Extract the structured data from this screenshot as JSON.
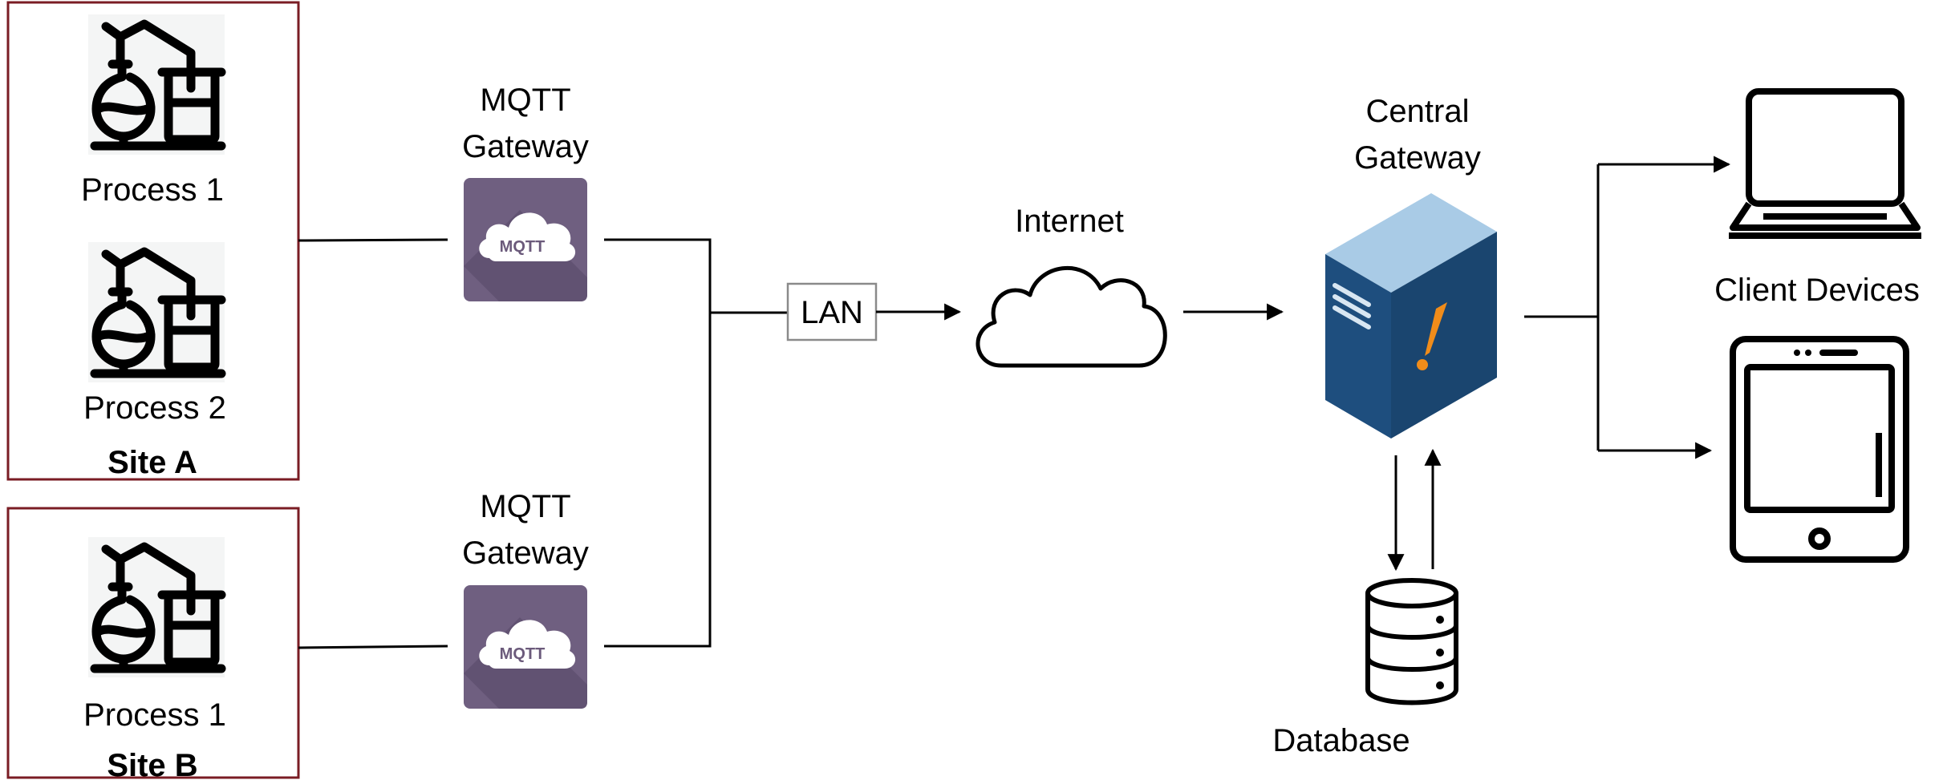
{
  "sites": [
    {
      "label": "Site A",
      "processes": [
        "Process 1",
        "Process 2"
      ]
    },
    {
      "label": "Site B",
      "processes": [
        "Process 1"
      ]
    }
  ],
  "mqtt_gateways": [
    {
      "label_line1": "MQTT",
      "label_line2": "Gateway",
      "icon_text": "MQTT"
    },
    {
      "label_line1": "MQTT",
      "label_line2": "Gateway",
      "icon_text": "MQTT"
    }
  ],
  "lan_label": "LAN",
  "internet_label": "Internet",
  "central_gateway": {
    "label_line1": "Central",
    "label_line2": "Gateway"
  },
  "database_label": "Database",
  "client_devices_label": "Client Devices",
  "colors": {
    "site_border": "#7a1c24",
    "mqtt_tile": "#6f5f80",
    "server_top": "#a9cbe6",
    "server_front": "#1e4e7e",
    "server_side": "#163b61",
    "server_mark": "#f08c1a"
  }
}
